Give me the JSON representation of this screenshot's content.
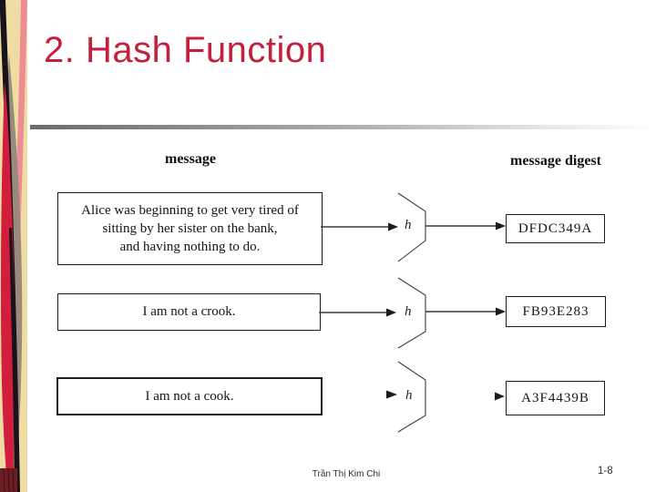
{
  "slide": {
    "title": "2. Hash Function",
    "footer_author": "Trần Thị Kim Chi",
    "page_number": "1-8"
  },
  "diagram": {
    "message_label": "message",
    "digest_label": "message digest",
    "hash_function_label": "h",
    "rows": [
      {
        "message_lines": [
          "Alice was beginning to get very tired of",
          "sitting by her sister on the bank,",
          "and having nothing to do."
        ],
        "digest": "DFDC349A"
      },
      {
        "message_lines": [
          "I am not a crook."
        ],
        "digest": "FB93E283"
      },
      {
        "message_lines": [
          "I am not a cook."
        ],
        "digest": "A3F4439B"
      }
    ]
  },
  "colors": {
    "title_accent": "#C2203C",
    "strip_tan": "#EFDCA4",
    "strip_red": "#D21E3C",
    "strip_pink": "#EC8C94",
    "strip_gray": "#9A8A7C",
    "divider_gray": "#6B6B6B"
  }
}
